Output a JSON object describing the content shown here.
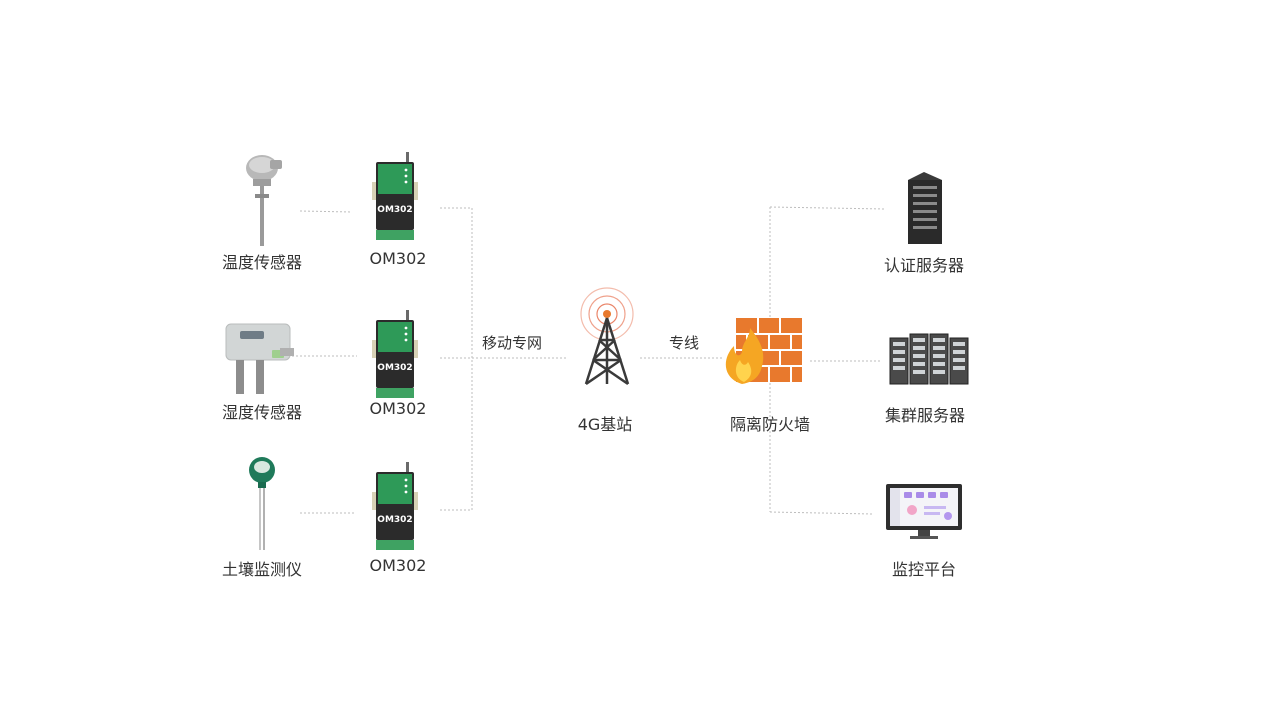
{
  "sensors": [
    {
      "label": "温度传感器"
    },
    {
      "label": "湿度传感器"
    },
    {
      "label": "土壤监测仪"
    }
  ],
  "gateways": [
    {
      "label": "OM302",
      "device_text": "OM302"
    },
    {
      "label": "OM302",
      "device_text": "OM302"
    },
    {
      "label": "OM302",
      "device_text": "OM302"
    }
  ],
  "edges": {
    "mobile_private_network": "移动专网",
    "dedicated_line": "专线"
  },
  "base_station": {
    "label": "4G基站"
  },
  "firewall": {
    "label": "隔离防火墙"
  },
  "servers": [
    {
      "label": "认证服务器"
    },
    {
      "label": "集群服务器"
    },
    {
      "label": "监控平台"
    }
  ],
  "colors": {
    "gateway_green": "#2e9a58",
    "firewall_orange": "#e8792d",
    "flame": "#f5a623",
    "connector": "#bbbbbb"
  }
}
